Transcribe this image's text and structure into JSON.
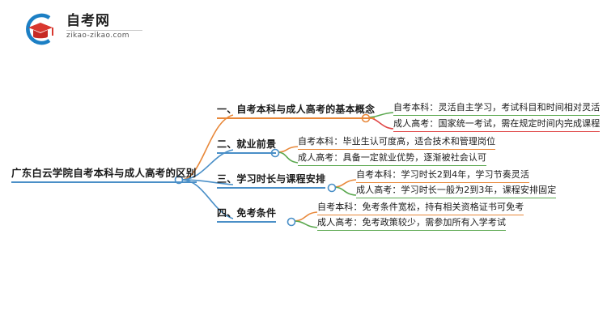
{
  "logo": {
    "icon": "graduation-cap-logo-icon",
    "brand_cn": "自考网",
    "brand_domain": "zikao-zikao.com",
    "swoosh_color": "#1c7fc4",
    "cap_color": "#d9382f"
  },
  "colors": {
    "blue": "#4a8fc7",
    "orange": "#e8883a",
    "green": "#5ba84f",
    "red": "#e04848"
  },
  "mindmap": {
    "root": {
      "label": "广东白云学院自考本科与成人高考的区别",
      "accent": "#4a8fc7"
    },
    "branches": [
      {
        "label": "一、自考本科与成人高考的基本概念",
        "accent": "#e8883a",
        "leaves": [
          {
            "label": "自考本科：灵活自主学习，考试科目和时间相对灵活",
            "accent": "#5ba84f"
          },
          {
            "label": "成人高考：国家统一考试，需在规定时间内完成课程",
            "accent": "#e04848"
          }
        ]
      },
      {
        "label": "二、就业前景",
        "accent": "#4a8fc7",
        "leaves": [
          {
            "label": "自考本科：毕业生认可度高，适合技术和管理岗位",
            "accent": "#e8883a"
          },
          {
            "label": "成人高考：具备一定就业优势，逐渐被社会认可",
            "accent": "#5ba84f"
          }
        ]
      },
      {
        "label": "三、学习时长与课程安排",
        "accent": "#4a8fc7",
        "leaves": [
          {
            "label": "自考本科：学习时长2到4年，学习节奏灵活",
            "accent": "#e8883a"
          },
          {
            "label": "成人高考：学习时长一般为2到3年，课程安排固定",
            "accent": "#5ba84f"
          }
        ]
      },
      {
        "label": "四、免考条件",
        "accent": "#4a8fc7",
        "leaves": [
          {
            "label": "自考本科：免考条件宽松，持有相关资格证书可免考",
            "accent": "#e8883a"
          },
          {
            "label": "成人高考：免考政策较少，需参加所有入学考试",
            "accent": "#5ba84f"
          }
        ]
      }
    ]
  }
}
